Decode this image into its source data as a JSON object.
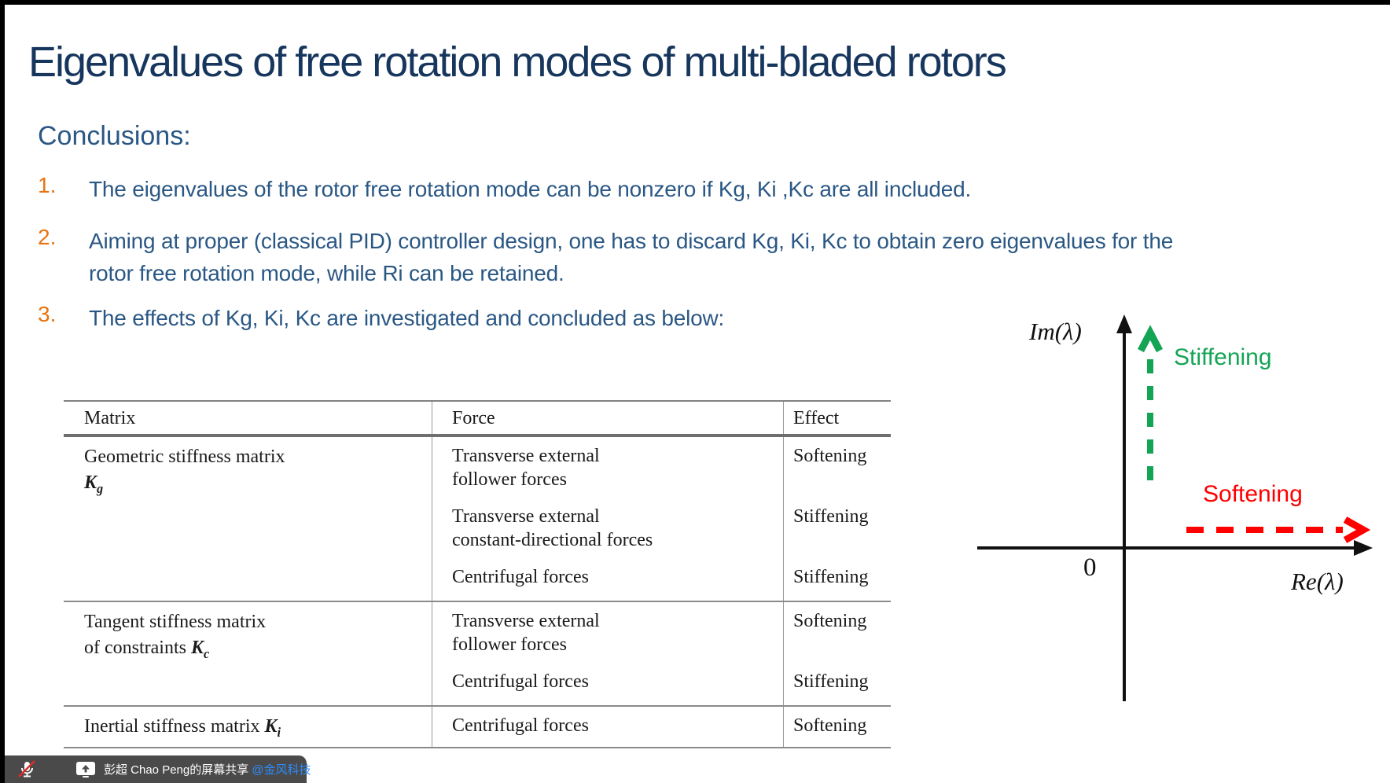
{
  "slide": {
    "title": "Eigenvalues of free rotation modes of multi-bladed rotors",
    "conclusions_label": "Conclusions:",
    "title_color": "#17365D",
    "body_color": "#2A5784",
    "number_color": "#E9730E",
    "items": [
      {
        "num": "1.",
        "text": "The eigenvalues of the rotor free rotation mode can be nonzero if Kg, Ki ,Kc are all included."
      },
      {
        "num": "2.",
        "text": "Aiming at proper (classical PID) controller design, one has to discard Kg, Ki, Kc to obtain zero eigenvalues for the rotor free rotation mode, while Ri can be retained."
      },
      {
        "num": "3.",
        "text": "The effects of Kg, Ki, Kc are investigated and concluded as below:"
      }
    ]
  },
  "table": {
    "headers": [
      "Matrix",
      "Force",
      "Effect"
    ],
    "groups": [
      {
        "matrix": {
          "line1": "Geometric stiffness matrix",
          "line2_prefix": "",
          "symbol": "K",
          "sub": "g"
        },
        "rows": [
          {
            "force": [
              "Transverse external",
              "follower forces"
            ],
            "effect": "Softening"
          },
          {
            "force": [
              "Transverse external",
              "constant-directional forces"
            ],
            "effect": "Stiffening"
          },
          {
            "force": [
              "Centrifugal forces"
            ],
            "effect": "Stiffening"
          }
        ]
      },
      {
        "matrix": {
          "line1": "Tangent stiffness matrix",
          "line2_prefix": "of constraints ",
          "symbol": "K",
          "sub": "c"
        },
        "rows": [
          {
            "force": [
              "Transverse external",
              "follower forces"
            ],
            "effect": "Softening"
          },
          {
            "force": [
              "Centrifugal forces"
            ],
            "effect": "Stiffening"
          }
        ]
      },
      {
        "matrix": {
          "line1": "",
          "line2_prefix": "Inertial stiffness matrix ",
          "symbol": "K",
          "sub": "i"
        },
        "rows": [
          {
            "force": [
              "Centrifugal forces"
            ],
            "effect": "Softening"
          }
        ]
      }
    ]
  },
  "diagram": {
    "im_label": "Im(λ)",
    "re_label": "Re(λ)",
    "zero_label": "0",
    "stiffening_label": "Stiffening",
    "softening_label": "Softening",
    "stiffening_color": "#14A455",
    "softening_color": "#FE0000",
    "axis_color": "#111111"
  },
  "share_bar": {
    "text": "彭超 Chao Peng的屏幕共享",
    "mention": "@金风科技",
    "bg_color": "#4A4A4A",
    "mention_color": "#2D8CFF"
  }
}
